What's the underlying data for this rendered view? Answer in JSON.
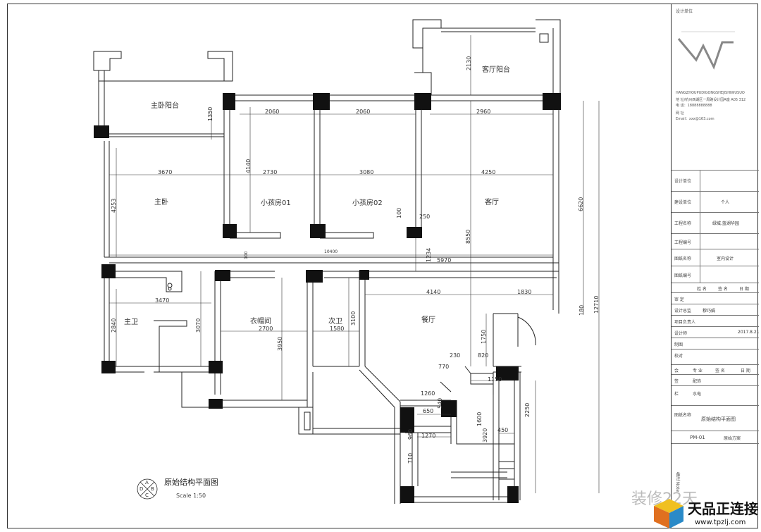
{
  "drawing": {
    "rooms": {
      "master_balcony": "主卧阳台",
      "living_balcony": "客厅阳台",
      "master_bedroom": "主卧",
      "kid_room_1": "小孩房01",
      "kid_room_2": "小孩房02",
      "living_room": "客厅",
      "master_bath": "主卫",
      "cloakroom": "衣帽间",
      "second_bath": "次卫",
      "dining_room": "餐厅"
    },
    "dims": {
      "d2060a": "2060",
      "d2060b": "2060",
      "d2960": "2960",
      "d3670": "3670",
      "d2730": "2730",
      "d3080": "3080",
      "d4250": "4250",
      "d3470": "3470",
      "d2700": "2700",
      "d1580": "1580",
      "d4140h": "4140",
      "d1830": "1830",
      "d5970": "5970",
      "d10400": "10400",
      "d250": "250",
      "d100": "100",
      "d1260": "1260",
      "d650": "650",
      "d1270": "1270",
      "d1150": "1150",
      "d450": "450",
      "d820": "820",
      "d770": "770",
      "d230": "230",
      "d1350": "1350",
      "d2130": "2130",
      "d4140v": "4140",
      "d4253": "4253",
      "d2840": "2840",
      "d3070": "3070",
      "d3950": "3950",
      "d3100": "3100",
      "d1234": "1234",
      "d8550": "8550",
      "d6620": "6620",
      "d12710": "12710",
      "d1750": "1750",
      "d1600": "1600",
      "d3920": "3920",
      "d2250": "2250",
      "d960": "960",
      "d710": "710",
      "d540": "540",
      "d180": "180",
      "d100b": "100"
    },
    "caption": "原始结构平面图",
    "scale": "Scale 1:50",
    "section_mark": [
      "A",
      "B",
      "C",
      "D"
    ]
  },
  "title_block": {
    "design_unit": "设计单位",
    "company_pinyin": "HANGZHOUPUDIGONGSHEJISHIWUSUO",
    "company_addr": "地 址/杭州西湖区一周路设计园A座 A05 312",
    "company_tel": "电 话：18888888888",
    "website_label": "网 址",
    "email": "Email：xxx@163.com",
    "fields": [
      {
        "label": "设计单位",
        "value": ""
      },
      {
        "label": "建设单位",
        "value": "个人"
      },
      {
        "label": "工程名称",
        "value": "绿城.蓝湖华园"
      },
      {
        "label": "工程编号",
        "value": ""
      },
      {
        "label": "图纸名称",
        "value": "室内设计"
      },
      {
        "label": "图纸编号",
        "value": ""
      }
    ],
    "sign_header": [
      "姓 名",
      "签 名",
      "日 期"
    ],
    "roles": [
      {
        "label": "审 定",
        "name": ""
      },
      {
        "label": "设计总监",
        "name": "穆巧娟"
      },
      {
        "label": "项目负责人",
        "name": ""
      },
      {
        "label": "设计师",
        "name": ""
      },
      {
        "label": "制图",
        "name": ""
      },
      {
        "label": "校对",
        "name": ""
      }
    ],
    "date_value": "2017.8.21",
    "disc_header": [
      "专 业",
      "签 名",
      "日 期"
    ],
    "disc": [
      "配饰",
      "水电"
    ],
    "disc_side": [
      "会",
      "签",
      "栏"
    ],
    "drawing_title_label": "图纸名称",
    "drawing_title": "原始结构平面图",
    "drawing_no": "PM-01",
    "drawing_stage": "原始方案",
    "notes_label": "备注 Note"
  },
  "watermark": {
    "brand": "天品正连接",
    "url": "www.tpzlj.com",
    "faded": "装修22天"
  }
}
